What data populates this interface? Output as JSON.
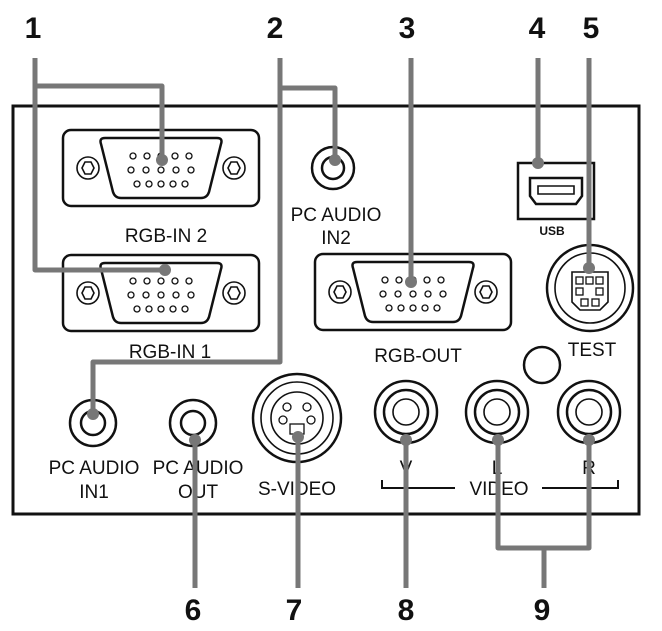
{
  "callouts": [
    "1",
    "2",
    "3",
    "4",
    "5",
    "6",
    "7",
    "8",
    "9"
  ],
  "labels": {
    "rgb_in_2": "RGB-IN 2",
    "rgb_in_1": "RGB-IN 1",
    "pc_audio_in2_line1": "PC AUDIO",
    "pc_audio_in2_line2": "IN2",
    "rgb_out": "RGB-OUT",
    "usb": "USB",
    "test": "TEST",
    "pc_audio_in1_line1": "PC AUDIO",
    "pc_audio_in1_line2": "IN1",
    "pc_audio_out_line1": "PC AUDIO",
    "pc_audio_out_line2": "OUT",
    "s_video": "S-VIDEO",
    "v": "V",
    "l": "L",
    "r": "R",
    "video": "VIDEO"
  },
  "colors": {
    "ink": "#111111",
    "leader": "#777777",
    "background": "#ffffff"
  }
}
